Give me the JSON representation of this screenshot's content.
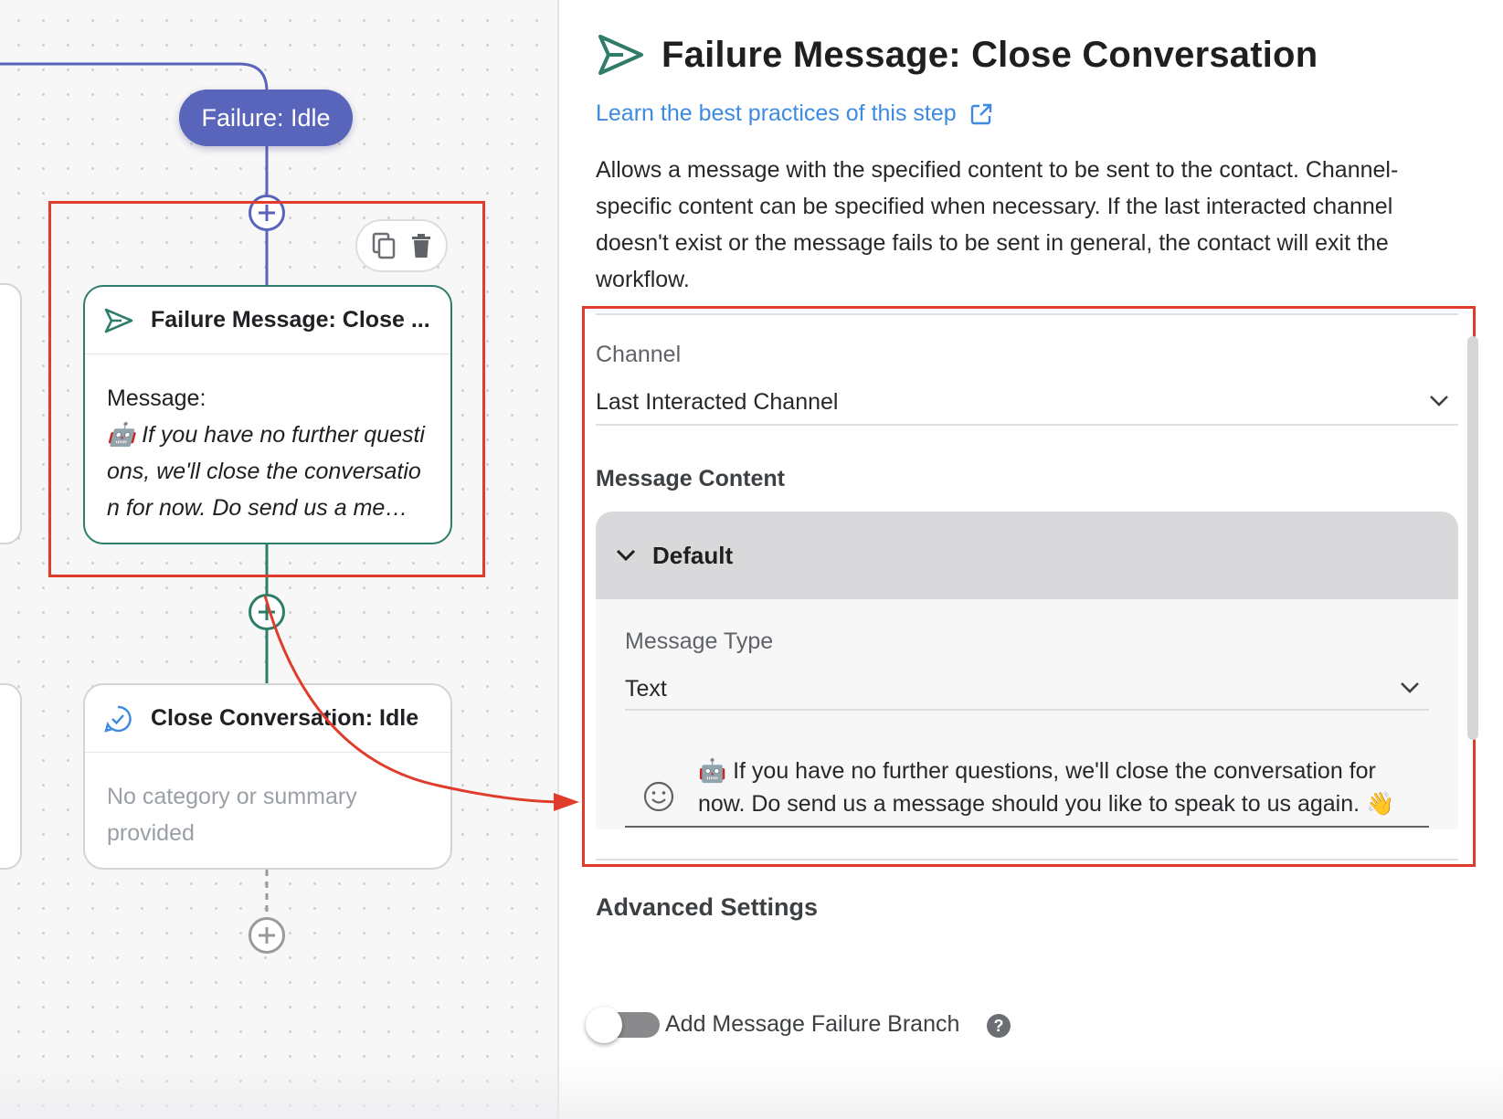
{
  "canvas": {
    "failure_pill_label": "Failure: Idle",
    "message_node": {
      "title": "Failure Message: Close ...",
      "message_label": "Message:",
      "message_preview": "🤖 If you have no further questions, we'll close the conversation for now. Do send us a me…"
    },
    "close_node": {
      "title": "Close Conversation: Idle",
      "body": "No category or summary provided"
    }
  },
  "panel": {
    "title": "Failure Message: Close Conversation",
    "learn_link": "Learn the best practices of this step",
    "description": "Allows a message with the specified content to be sent to the contact. Channel-specific content can be specified when necessary. If the last interacted channel doesn't exist or the message fails to be sent in general, the contact will exit the workflow.",
    "channel": {
      "label": "Channel",
      "value": "Last Interacted Channel"
    },
    "message_content_title": "Message Content",
    "default_section": {
      "label": "Default",
      "message_type": {
        "label": "Message Type",
        "value": "Text"
      },
      "message_text": "🤖 If you have no further questions, we'll close the conversation for now. Do send us a message should you like to speak to us again. 👋"
    },
    "advanced_settings_title": "Advanced Settings",
    "failure_branch_toggle": {
      "label": "Add Message Failure Branch",
      "enabled": false
    }
  },
  "colors": {
    "accent_link": "#3d8be0",
    "pill_purple": "#5965bb",
    "node_green": "#2e7d6b",
    "annotation_red": "#e03c2c"
  }
}
